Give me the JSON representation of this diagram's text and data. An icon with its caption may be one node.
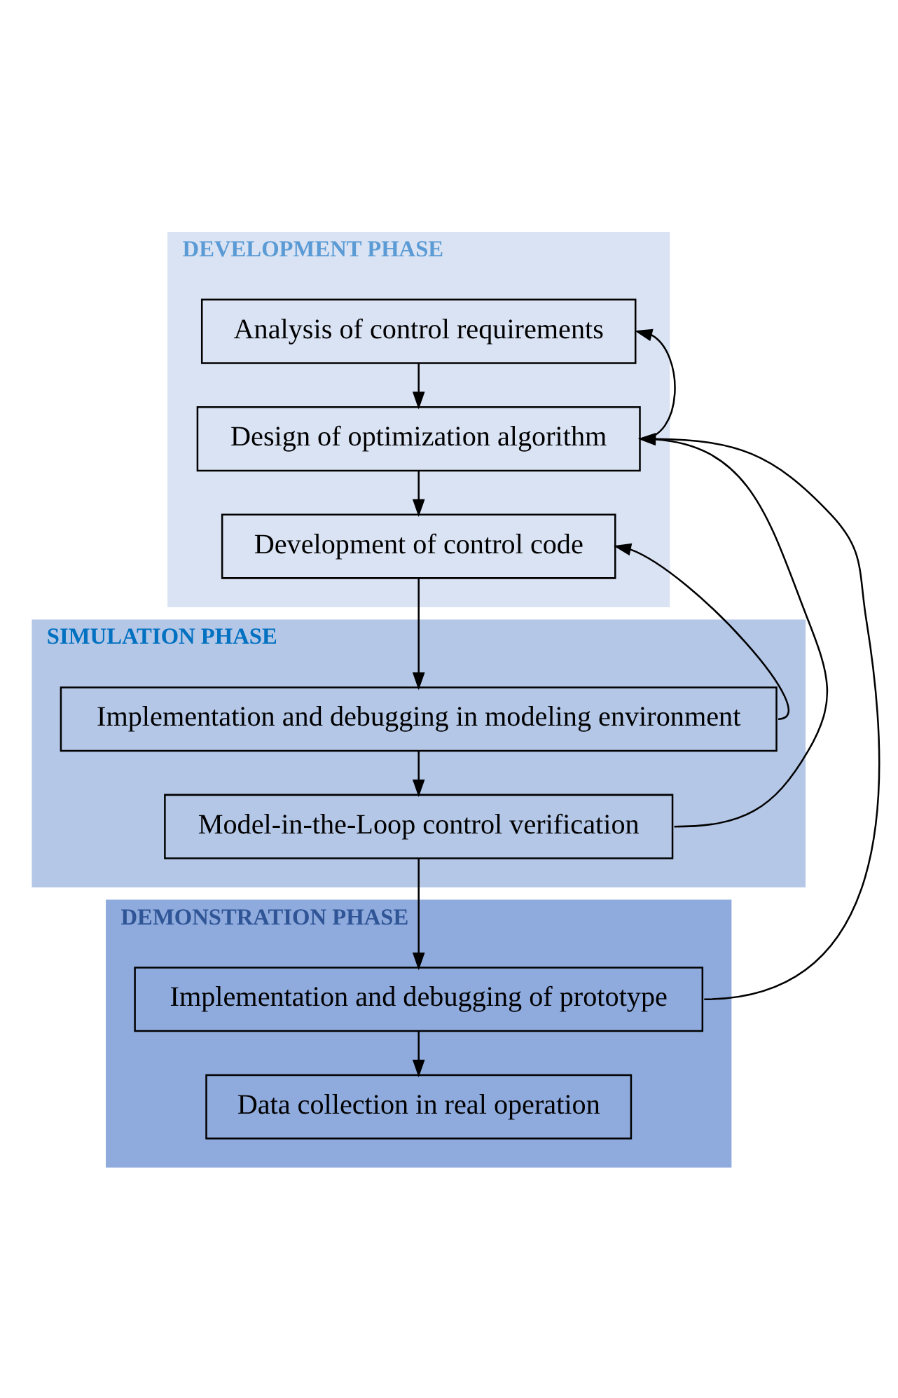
{
  "diagram": {
    "nodes": [
      {
        "text": [
          "DEVELOPMENT PHASE"
        ]
      },
      {
        "text": [
          "Analysis of control requirements"
        ],
        "in": 0
      },
      {
        "text": [
          "Design of optimization algorithm"
        ],
        "in": 0
      },
      {
        "text": [
          "Development of control code"
        ],
        "in": 0
      },
      {
        "text": [
          "SIMULATION PHASE"
        ]
      },
      {
        "text": [
          "Implementation and debugging in modeling environment"
        ],
        "in": 4
      },
      {
        "text": [
          "Model-in-the-Loop control verification"
        ],
        "in": 4
      },
      {
        "text": [
          "DEMONSTRATION PHASE"
        ]
      },
      {
        "text": [
          "Implementation and debugging of prototype"
        ],
        "in": 7
      },
      {
        "text": [
          "Data collection in real operation"
        ],
        "in": 7
      }
    ],
    "edges": [
      {
        "from": 1,
        "to": 2,
        "arrow": "to"
      },
      {
        "from": 2,
        "to": 1,
        "arrow": "to"
      },
      {
        "from": 2,
        "to": 3,
        "arrow": "to"
      },
      {
        "from": 3,
        "to": 5,
        "arrow": "to"
      },
      {
        "from": 5,
        "to": 3,
        "arrow": "to"
      },
      {
        "from": 5,
        "to": 6,
        "arrow": "to"
      },
      {
        "from": 6,
        "to": 2,
        "arrow": "to"
      },
      {
        "from": 6,
        "to": 8,
        "arrow": "to"
      },
      {
        "from": 8,
        "to": 2,
        "arrow": "to"
      },
      {
        "from": 8,
        "to": 9,
        "arrow": "to"
      }
    ]
  }
}
